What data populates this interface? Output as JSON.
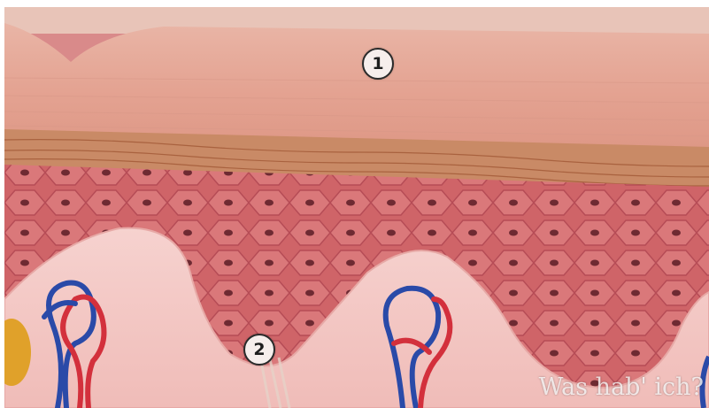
{
  "labels": {
    "marker_1": "1",
    "marker_2": "2"
  },
  "watermark": "Was hab' ich?",
  "colors": {
    "epidermis_top": "#e8a898",
    "granular_band": "#c98a66",
    "spinous_cells": "#cf5f68",
    "dermis": "#f3c9c6",
    "artery": "#d3303c",
    "vein": "#2a4aa8"
  }
}
